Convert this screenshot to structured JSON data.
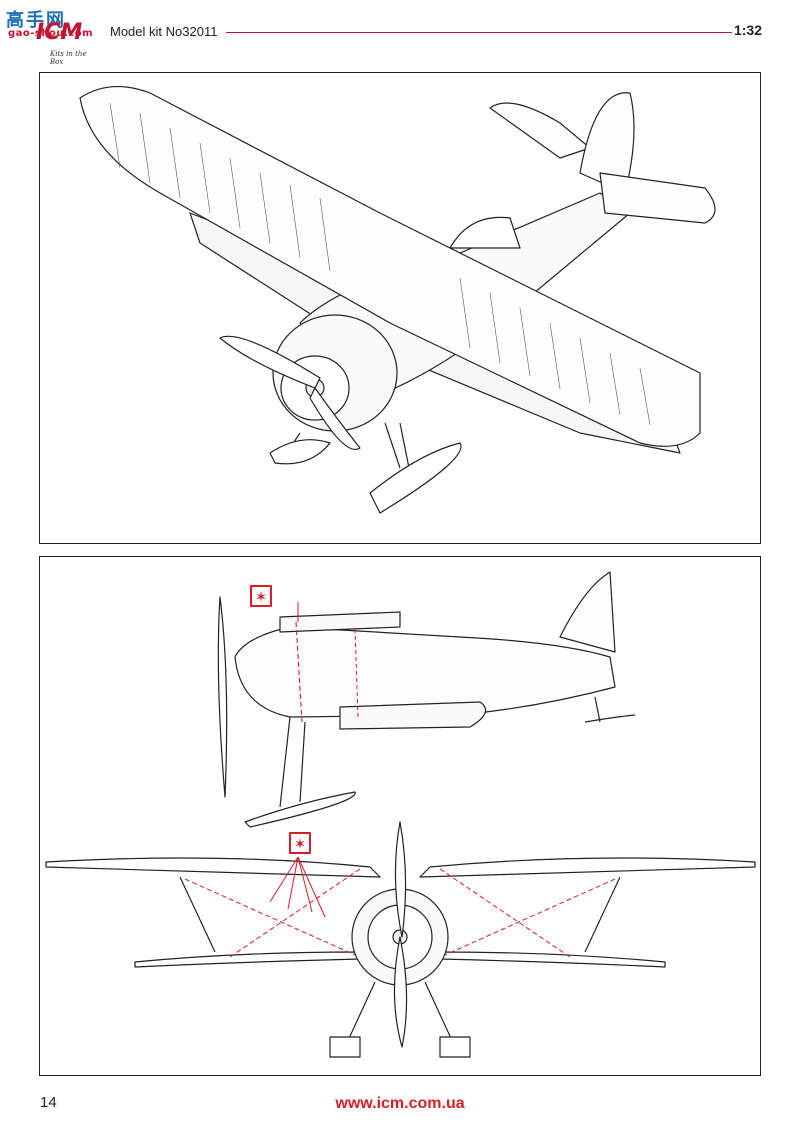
{
  "header": {
    "logo_top": "高手网",
    "logo_site": "gao-shou.com",
    "logo_brand": "ICM",
    "logo_tagline": "Kits in the Box",
    "kit_title": "Model kit No32011",
    "scale": "1:32"
  },
  "figures": {
    "top": {
      "name": "perspective-view-with-skis"
    },
    "bottom": {
      "marker_symbol": "✶"
    }
  },
  "footer": {
    "page_number": "14",
    "website": "www.icm.com.ua"
  },
  "colors": {
    "brand_red": "#d81e28",
    "brand_blue": "#1f6fb8",
    "line": "#222222",
    "rigging": "#d81e28"
  }
}
